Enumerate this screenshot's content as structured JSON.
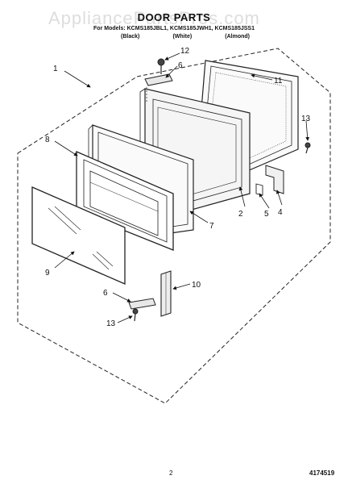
{
  "watermark": "AppliancePartsPros.com",
  "title": "DOOR PARTS",
  "subtitle": "For Models: KCMS185JBL1, KCMS185JWH1, KCMS185JSS1",
  "variants": [
    "(Black)",
    "(White)",
    "(Almond)"
  ],
  "callouts": [
    {
      "id": "c1",
      "text": "1"
    },
    {
      "id": "c2",
      "text": "2"
    },
    {
      "id": "c4",
      "text": "4"
    },
    {
      "id": "c5",
      "text": "5"
    },
    {
      "id": "c6a",
      "text": "6"
    },
    {
      "id": "c6b",
      "text": "6"
    },
    {
      "id": "c7",
      "text": "7"
    },
    {
      "id": "c8",
      "text": "8"
    },
    {
      "id": "c9",
      "text": "9"
    },
    {
      "id": "c10",
      "text": "10"
    },
    {
      "id": "c11",
      "text": "11"
    },
    {
      "id": "c12",
      "text": "12"
    },
    {
      "id": "c13a",
      "text": "13"
    },
    {
      "id": "c13b",
      "text": "13"
    }
  ],
  "footer": {
    "page": "2",
    "code": "4174519"
  }
}
